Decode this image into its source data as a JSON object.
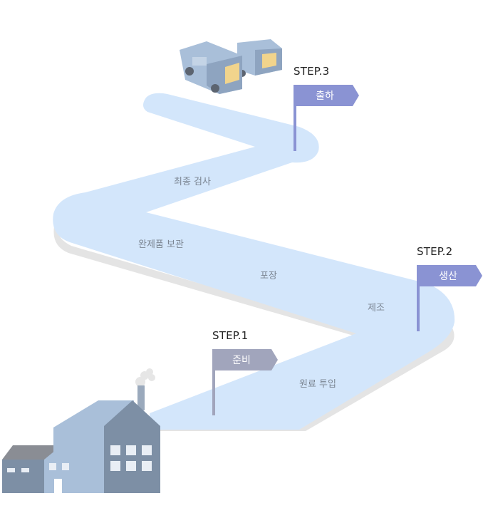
{
  "steps": [
    {
      "label": "STEP.1",
      "flag": "준비",
      "color": "#a1a5bc"
    },
    {
      "label": "STEP.2",
      "flag": "생산",
      "color": "#8a93d3"
    },
    {
      "label": "STEP.3",
      "flag": "출하",
      "color": "#8a93d3"
    }
  ],
  "road_labels": [
    "원료 투입",
    "제조",
    "포장",
    "완제품 보관",
    "최종 검사"
  ],
  "colors": {
    "road": "#d3e6fb",
    "road_shadow": "#e2e2e2",
    "building_light": "#a9bfd9",
    "building_dark": "#7d8fa5",
    "roof": "#8a8d94"
  },
  "icons": [
    "factory-icon",
    "smoke-icon",
    "delivery-truck-icon"
  ]
}
